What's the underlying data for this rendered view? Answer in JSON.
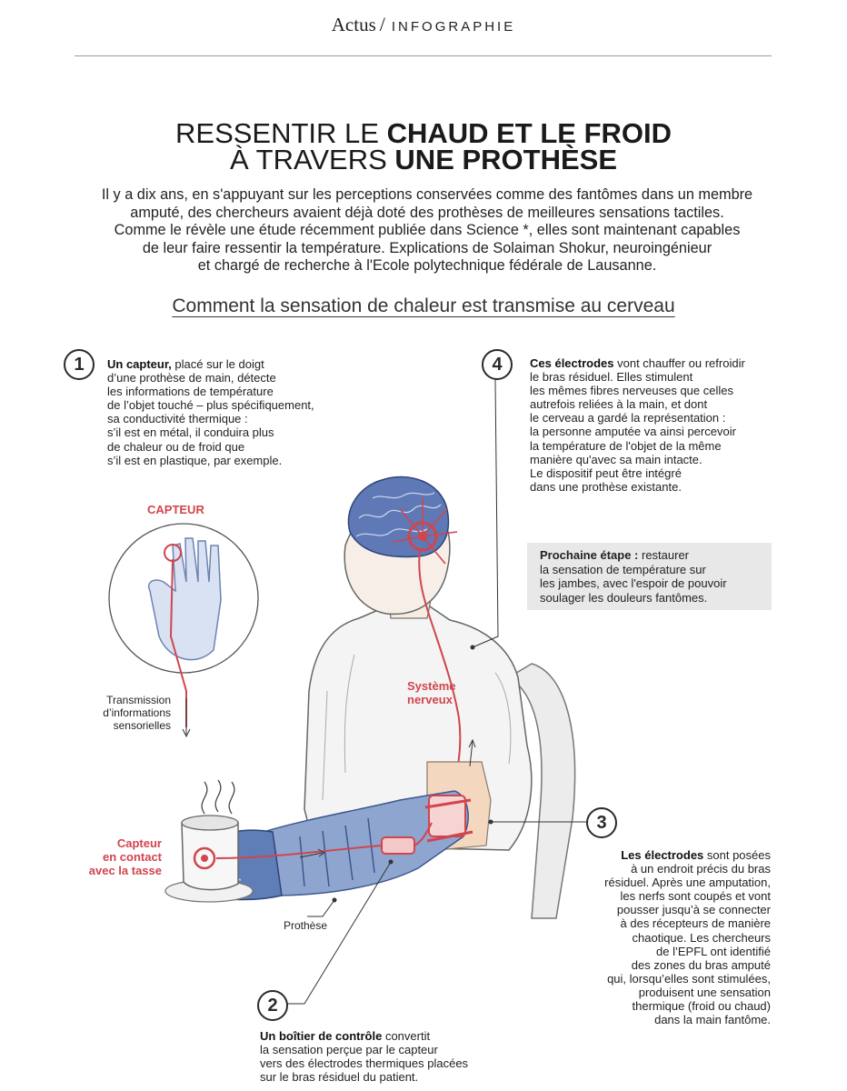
{
  "header": {
    "brand": "Actus",
    "separator": "/",
    "section": "INFOGRAPHIE"
  },
  "title": {
    "line1_regular": "RESSENTIR LE ",
    "line1_bold": "CHAUD ET LE FROID",
    "line2_regular": "À TRAVERS ",
    "line2_bold": "UNE PROTHÈSE"
  },
  "intro": [
    "Il y a dix ans, en s'appuyant sur les perceptions conservées comme des fantômes dans un membre",
    "amputé, des chercheurs avaient déjà doté des prothèses de meilleures sensations tactiles.",
    "Comme le révèle une étude récemment publiée dans Science *, elles sont maintenant capables",
    "de leur faire ressentir la température. Explications de Solaiman Shokur, neuroingénieur",
    "et chargé de recherche à l'Ecole polytechnique fédérale de Lausanne."
  ],
  "subtitle": "Comment la sensation de chaleur est transmise au cerveau",
  "steps": {
    "s1": {
      "num": "1",
      "lead": "Un capteur,",
      "first_rest": " placé sur le doigt",
      "lines": [
        "d’une prothèse de main, détecte",
        "les informations de température",
        "de l’objet touché – plus spécifiquement,",
        "sa conductivité thermique :",
        "s’il est en métal, il conduira plus",
        "de chaleur ou de froid que",
        "s’il est en plastique, par exemple."
      ]
    },
    "s2": {
      "num": "2",
      "lead": "Un boîtier de contrôle",
      "first_rest": " convertit",
      "lines": [
        "la sensation perçue par le capteur",
        "vers des électrodes thermiques placées",
        "sur le bras résiduel du patient."
      ]
    },
    "s3": {
      "num": "3",
      "lead": "Les électrodes",
      "first_rest": " sont posées",
      "lines": [
        "à un endroit précis du bras",
        "résiduel. Après une amputation,",
        "les nerfs sont coupés et vont",
        "pousser jusqu’à se connecter",
        "à des récepteurs de manière",
        "chaotique. Les chercheurs",
        "de l’EPFL ont identifié",
        "des zones du bras amputé",
        "qui, lorsqu’elles sont stimulées,",
        "produisent une sensation",
        "thermique (froid ou chaud)",
        "dans la main fantôme."
      ]
    },
    "s4": {
      "num": "4",
      "lead": "Ces électrodes",
      "first_rest": " vont chauffer ou refroidir",
      "lines": [
        "le bras résiduel. Elles stimulent",
        "les mêmes fibres nerveuses que celles",
        "autrefois reliées à la main, et dont",
        "le cerveau a gardé la représentation :",
        "la personne amputée va ainsi percevoir",
        "la température de l'objet de la même",
        "manière qu'avec sa main intacte.",
        "Le dispositif peut être intégré",
        "dans une prothèse existante."
      ]
    }
  },
  "next_step": {
    "lead": "Prochaine étape :",
    "first_rest": " restaurer",
    "lines": [
      "la sensation de température sur",
      "les jambes, avec l'espoir de pouvoir",
      "soulager les douleurs fantômes."
    ]
  },
  "labels": {
    "capteur": "CAPTEUR",
    "transmission": [
      "Transmission",
      "d’informations",
      "sensorielles"
    ],
    "systeme": [
      "Système",
      "nerveux"
    ],
    "capteur_contact": [
      "Capteur",
      "en contact",
      "avec la tasse"
    ],
    "prothese": "Prothèse"
  },
  "colors": {
    "accent_red": "#d1454e",
    "prosthesis_blue": "#8ea6cf",
    "skin": "#f3d7bf",
    "sidebar_gray": "#e8e8e8"
  }
}
